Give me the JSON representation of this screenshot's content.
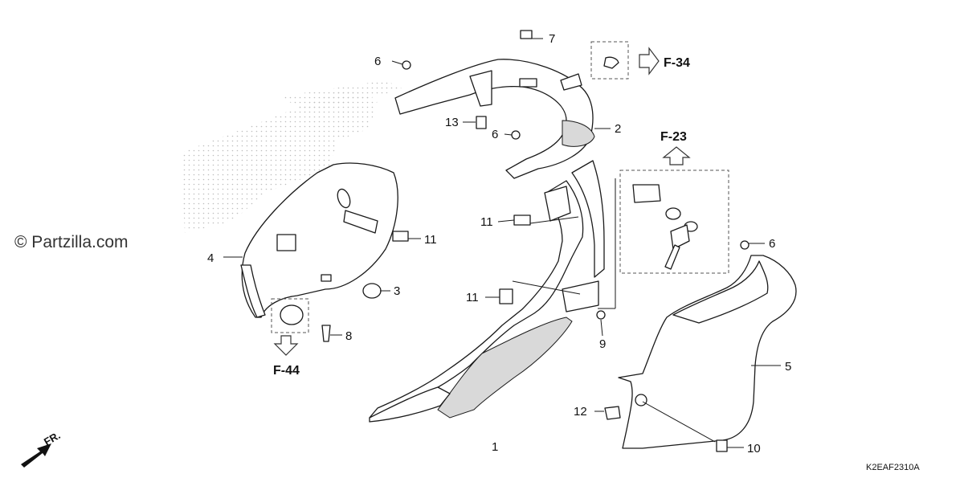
{
  "watermark": "© Partzilla.com",
  "diagram_code": "K2EAF2310A",
  "front_label": "FR.",
  "ref_labels": {
    "f34": "F-34",
    "f23": "F-23",
    "f44": "F-44"
  },
  "callouts": {
    "c1": "1",
    "c2": "2",
    "c3": "3",
    "c4": "4",
    "c5": "5",
    "c6a": "6",
    "c6b": "6",
    "c6c": "6",
    "c7": "7",
    "c8": "8",
    "c9": "9",
    "c10": "10",
    "c11a": "11",
    "c11b": "11",
    "c11c": "11",
    "c12": "12",
    "c13": "13"
  }
}
